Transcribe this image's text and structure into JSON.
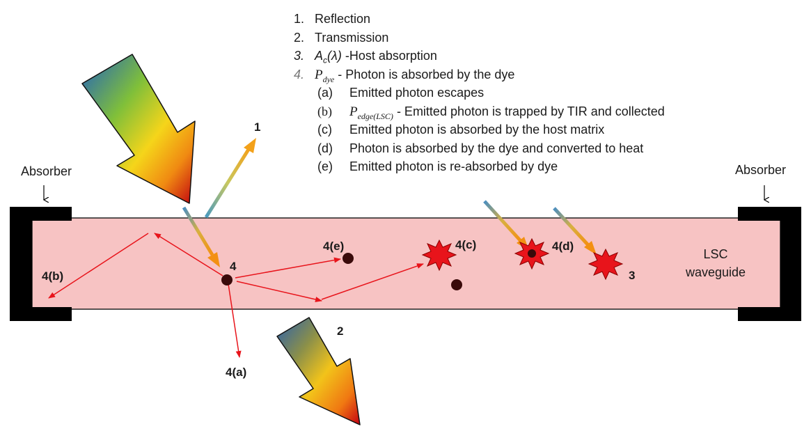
{
  "legend": {
    "items": [
      {
        "num": "1.",
        "text": "Reflection"
      },
      {
        "num": "2.",
        "text": "Transmission"
      },
      {
        "num": "3.",
        "sym": "A",
        "sym_sub": "c",
        "sym_paren": "(λ)",
        "text": " -Host absorption"
      },
      {
        "num": "4.",
        "sym": "P",
        "sym_sub": "dye",
        "text": " - Photon is absorbed by the dye"
      }
    ],
    "subitems": [
      {
        "num": "(a)",
        "text": "Emitted photon escapes"
      },
      {
        "num": "(b)",
        "sym": "P",
        "sym_sub": "edge(LSC)",
        "text": " - Emitted photon is trapped by TIR and collected"
      },
      {
        "num": "(c)",
        "text": "Emitted photon is absorbed by the host matrix"
      },
      {
        "num": "(d)",
        "text": "Photon is absorbed by the dye and converted to heat"
      },
      {
        "num": "(e)",
        "text": "Emitted photon is re-absorbed by dye"
      }
    ]
  },
  "labels": {
    "absorber_left": "Absorber",
    "absorber_right": "Absorber",
    "waveguide_line1": "LSC",
    "waveguide_line2": "waveguide",
    "l1": "1",
    "l2": "2",
    "l3": "3",
    "l4": "4",
    "l4a": "4(a)",
    "l4b": "4(b)",
    "l4c": "4(c)",
    "l4d": "4(d)",
    "l4e": "4(e)"
  },
  "colors": {
    "waveguide_fill": "#f7c3c3",
    "absorber": "#000000",
    "ray": "#e8141b",
    "dye": "#3a0a0a",
    "burst": "#e8141b"
  }
}
